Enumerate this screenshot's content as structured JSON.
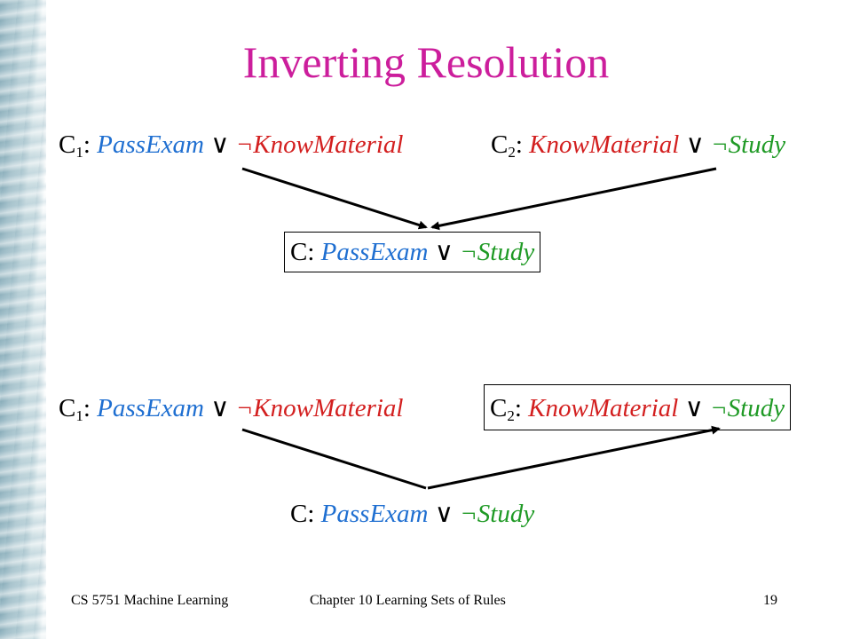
{
  "title": "Inverting Resolution",
  "colors": {
    "title": "#cc1e9c",
    "passexam": "#1f6fd1",
    "knowmaterial": "#d31f1f",
    "study": "#1f9a25"
  },
  "top": {
    "c1": {
      "label": "C",
      "sub": "1",
      "sep": ":",
      "term1": "PassExam",
      "op": "∨",
      "neg": "¬",
      "term2": "KnowMaterial"
    },
    "c2": {
      "label": "C",
      "sub": "2",
      "sep": ":",
      "term1": "KnowMaterial",
      "op": "∨",
      "neg": "¬",
      "term2": "Study"
    },
    "result": {
      "label": "C",
      "sep": ":",
      "term1": "PassExam",
      "op": "∨",
      "neg": "¬",
      "term2": "Study"
    }
  },
  "bottom": {
    "c1": {
      "label": "C",
      "sub": "1",
      "sep": ":",
      "term1": "PassExam",
      "op": "∨",
      "neg": "¬",
      "term2": "KnowMaterial"
    },
    "c2": {
      "label": "C",
      "sub": "2",
      "sep": ":",
      "term1": "KnowMaterial",
      "op": "∨",
      "neg": "¬",
      "term2": "Study"
    },
    "result": {
      "label": "C",
      "sep": ":",
      "term1": "PassExam",
      "op": "∨",
      "neg": "¬",
      "term2": "Study"
    }
  },
  "footer": {
    "course": "CS 5751 Machine Learning",
    "chapter": "Chapter 10  Learning Sets of Rules",
    "page": "19"
  }
}
